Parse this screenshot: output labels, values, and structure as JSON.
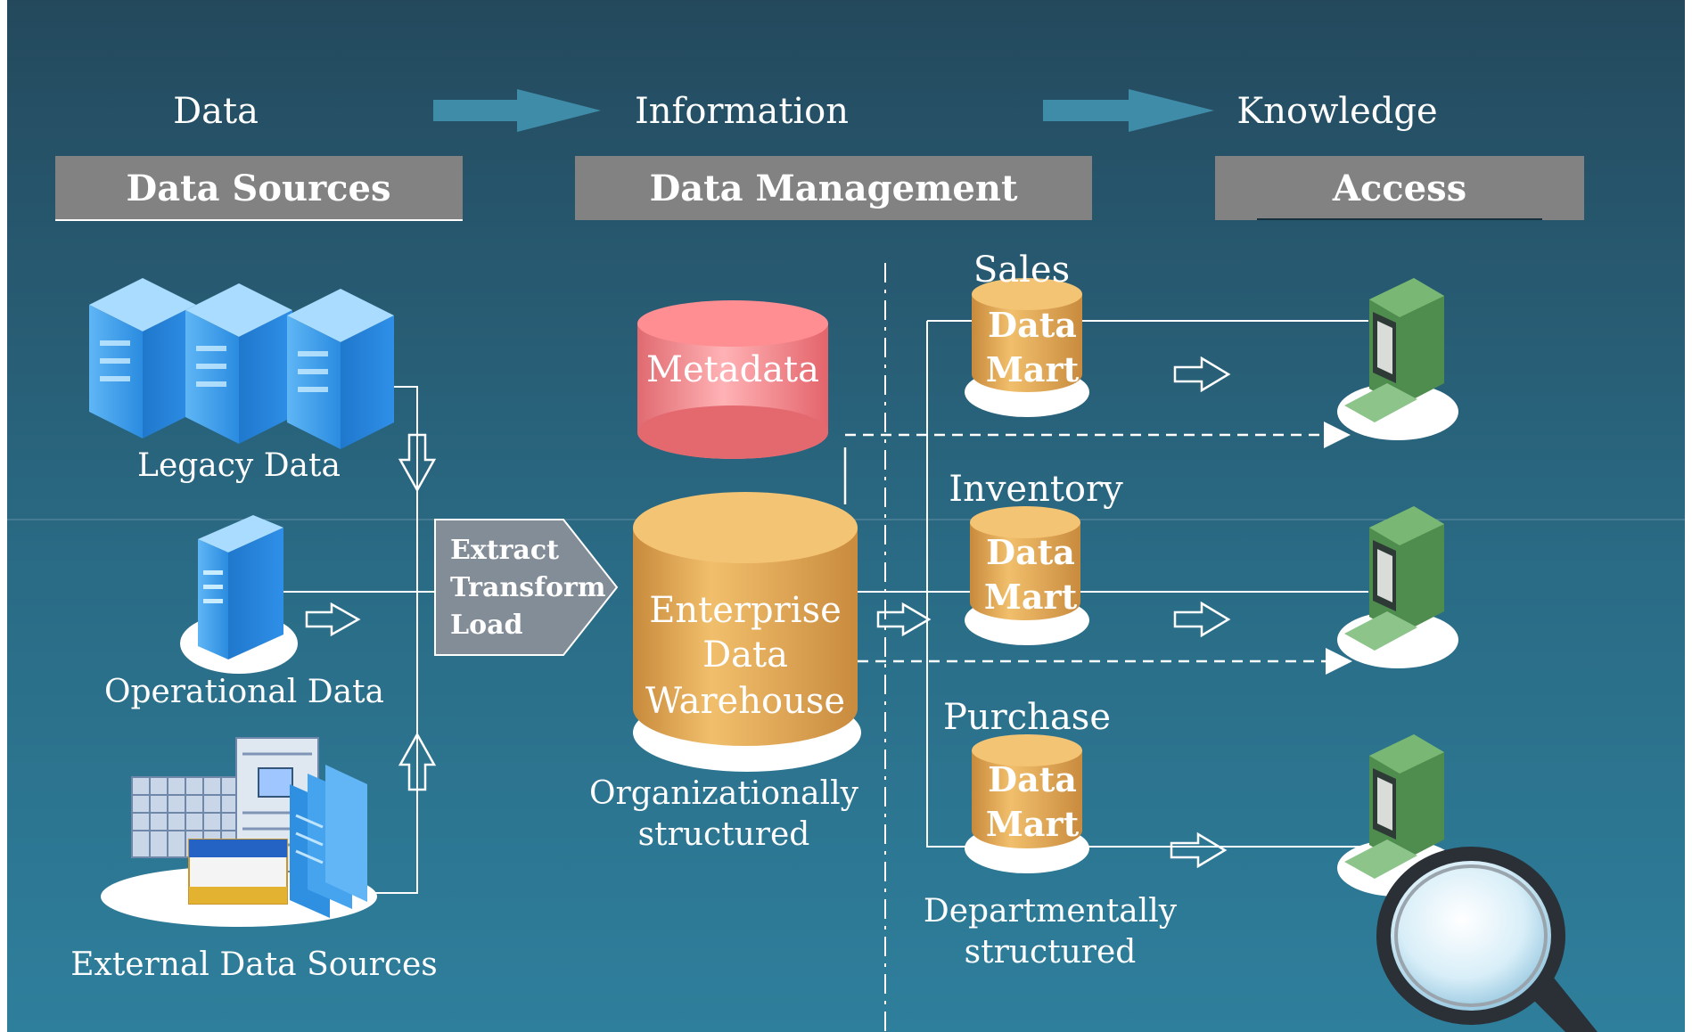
{
  "flow": {
    "stage1": "Data",
    "stage2": "Information",
    "stage3": "Knowledge"
  },
  "headers": {
    "sources": "Data Sources",
    "management": "Data Management",
    "access": "Access"
  },
  "sources": {
    "legacy": "Legacy  Data",
    "operational": "Operational  Data",
    "external": "External Data Sources"
  },
  "etl": {
    "line1": "Extract",
    "line2": "Transform",
    "line3": "Load"
  },
  "metadata": "Metadata",
  "warehouse": {
    "line1": "Enterprise",
    "line2": "Data",
    "line3": "Warehouse",
    "caption1": "Organizationally",
    "caption2": "structured"
  },
  "marts": [
    {
      "title": "Sales",
      "line1": "Data",
      "line2": "Mart"
    },
    {
      "title": "Inventory",
      "line1": "Data",
      "line2": "Mart"
    },
    {
      "title": "Purchase",
      "line1": "Data",
      "line2": "Mart"
    }
  ],
  "marts_caption": {
    "line1": "Departmentally",
    "line2": "structured"
  },
  "colors": {
    "header_bg": "#828282",
    "cylinder_gold": "#e3a95a",
    "metadata_red": "#f07b80",
    "server_blue": "#2f8fe0",
    "terminal_green": "#5a9a58",
    "flow_arrow": "#3f8ca8"
  }
}
